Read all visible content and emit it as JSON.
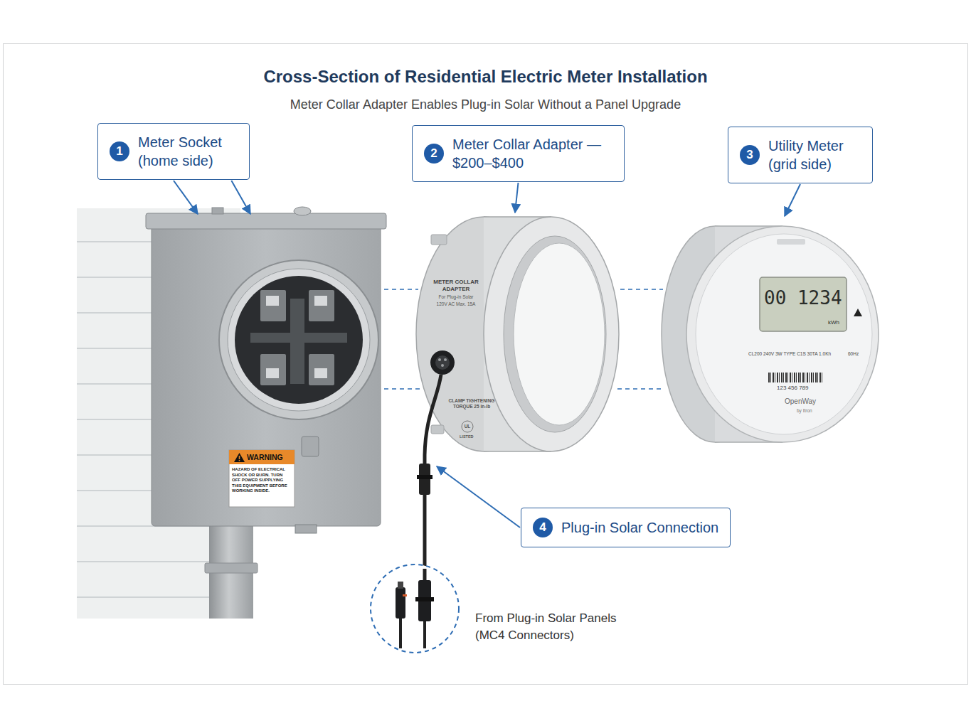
{
  "diagram": {
    "title": "Cross-Section of Residential Electric Meter Installation",
    "caption": "Meter Collar Adapter Enables Plug-in Solar Without a Panel Upgrade",
    "nodes": [
      {
        "text": [
          "1",
          "Meter Socket (home side)"
        ]
      },
      {
        "text": [
          "2",
          "Meter Collar Adapter — $200–$400"
        ]
      },
      {
        "text": [
          "3",
          "Utility Meter (grid side)"
        ]
      },
      {
        "text": [
          "4",
          "Plug-in Solar Connection"
        ]
      }
    ],
    "labels": [
      "METER COLLAR ADAPTER",
      "For Plug-in Solar",
      "120V AC Max. 15A",
      "CLAMP TIGHTENING TORQUE 25 in-lb",
      "UL",
      "LISTED",
      "WARNING",
      "HAZARD OF ELECTRICAL SHOCK OR BURN. TURN OFF POWER SUPPLYING THIS EQUIPMENT BEFORE WORKING INSIDE.",
      "00 1234",
      "kWh",
      "CL200 240V 3W TYPE C1S 30TA 1.0Kh",
      "60Hz",
      "123 456 789",
      "OpenWay",
      "by Itron",
      "From Plug-in Solar Panels (MC4 Connectors)"
    ]
  }
}
